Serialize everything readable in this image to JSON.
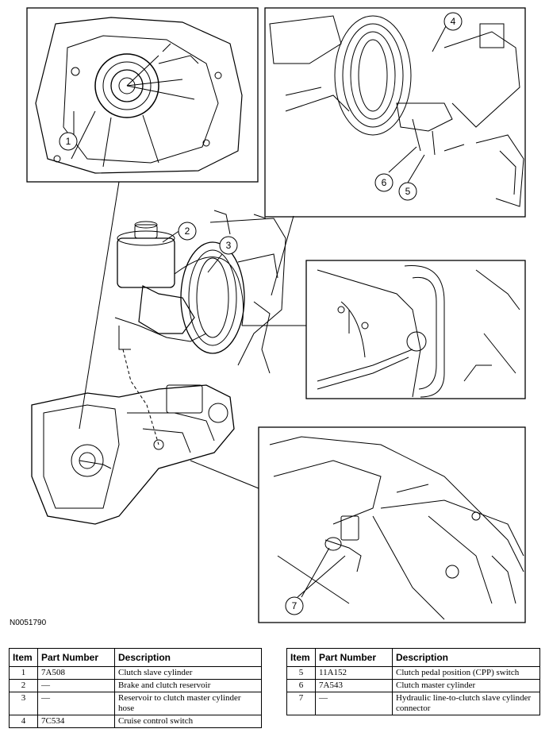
{
  "figure_id": "N0051790",
  "callouts": [
    "1",
    "2",
    "3",
    "4",
    "5",
    "6",
    "7"
  ],
  "table_headers": {
    "item": "Item",
    "part_number": "Part Number",
    "description": "Description"
  },
  "table_left": [
    {
      "item": "1",
      "part_number": "7A508",
      "description": "Clutch slave cylinder"
    },
    {
      "item": "2",
      "part_number": "—",
      "description": "Brake and clutch reservoir"
    },
    {
      "item": "3",
      "part_number": "—",
      "description": "Reservoir to clutch master cylinder hose"
    },
    {
      "item": "4",
      "part_number": "7C534",
      "description": "Cruise control switch"
    }
  ],
  "table_right": [
    {
      "item": "5",
      "part_number": "11A152",
      "description": "Clutch pedal position (CPP) switch"
    },
    {
      "item": "6",
      "part_number": "7A543",
      "description": "Clutch master cylinder"
    },
    {
      "item": "7",
      "part_number": "—",
      "description": "Hydraulic line-to-clutch slave cylinder connector"
    }
  ]
}
